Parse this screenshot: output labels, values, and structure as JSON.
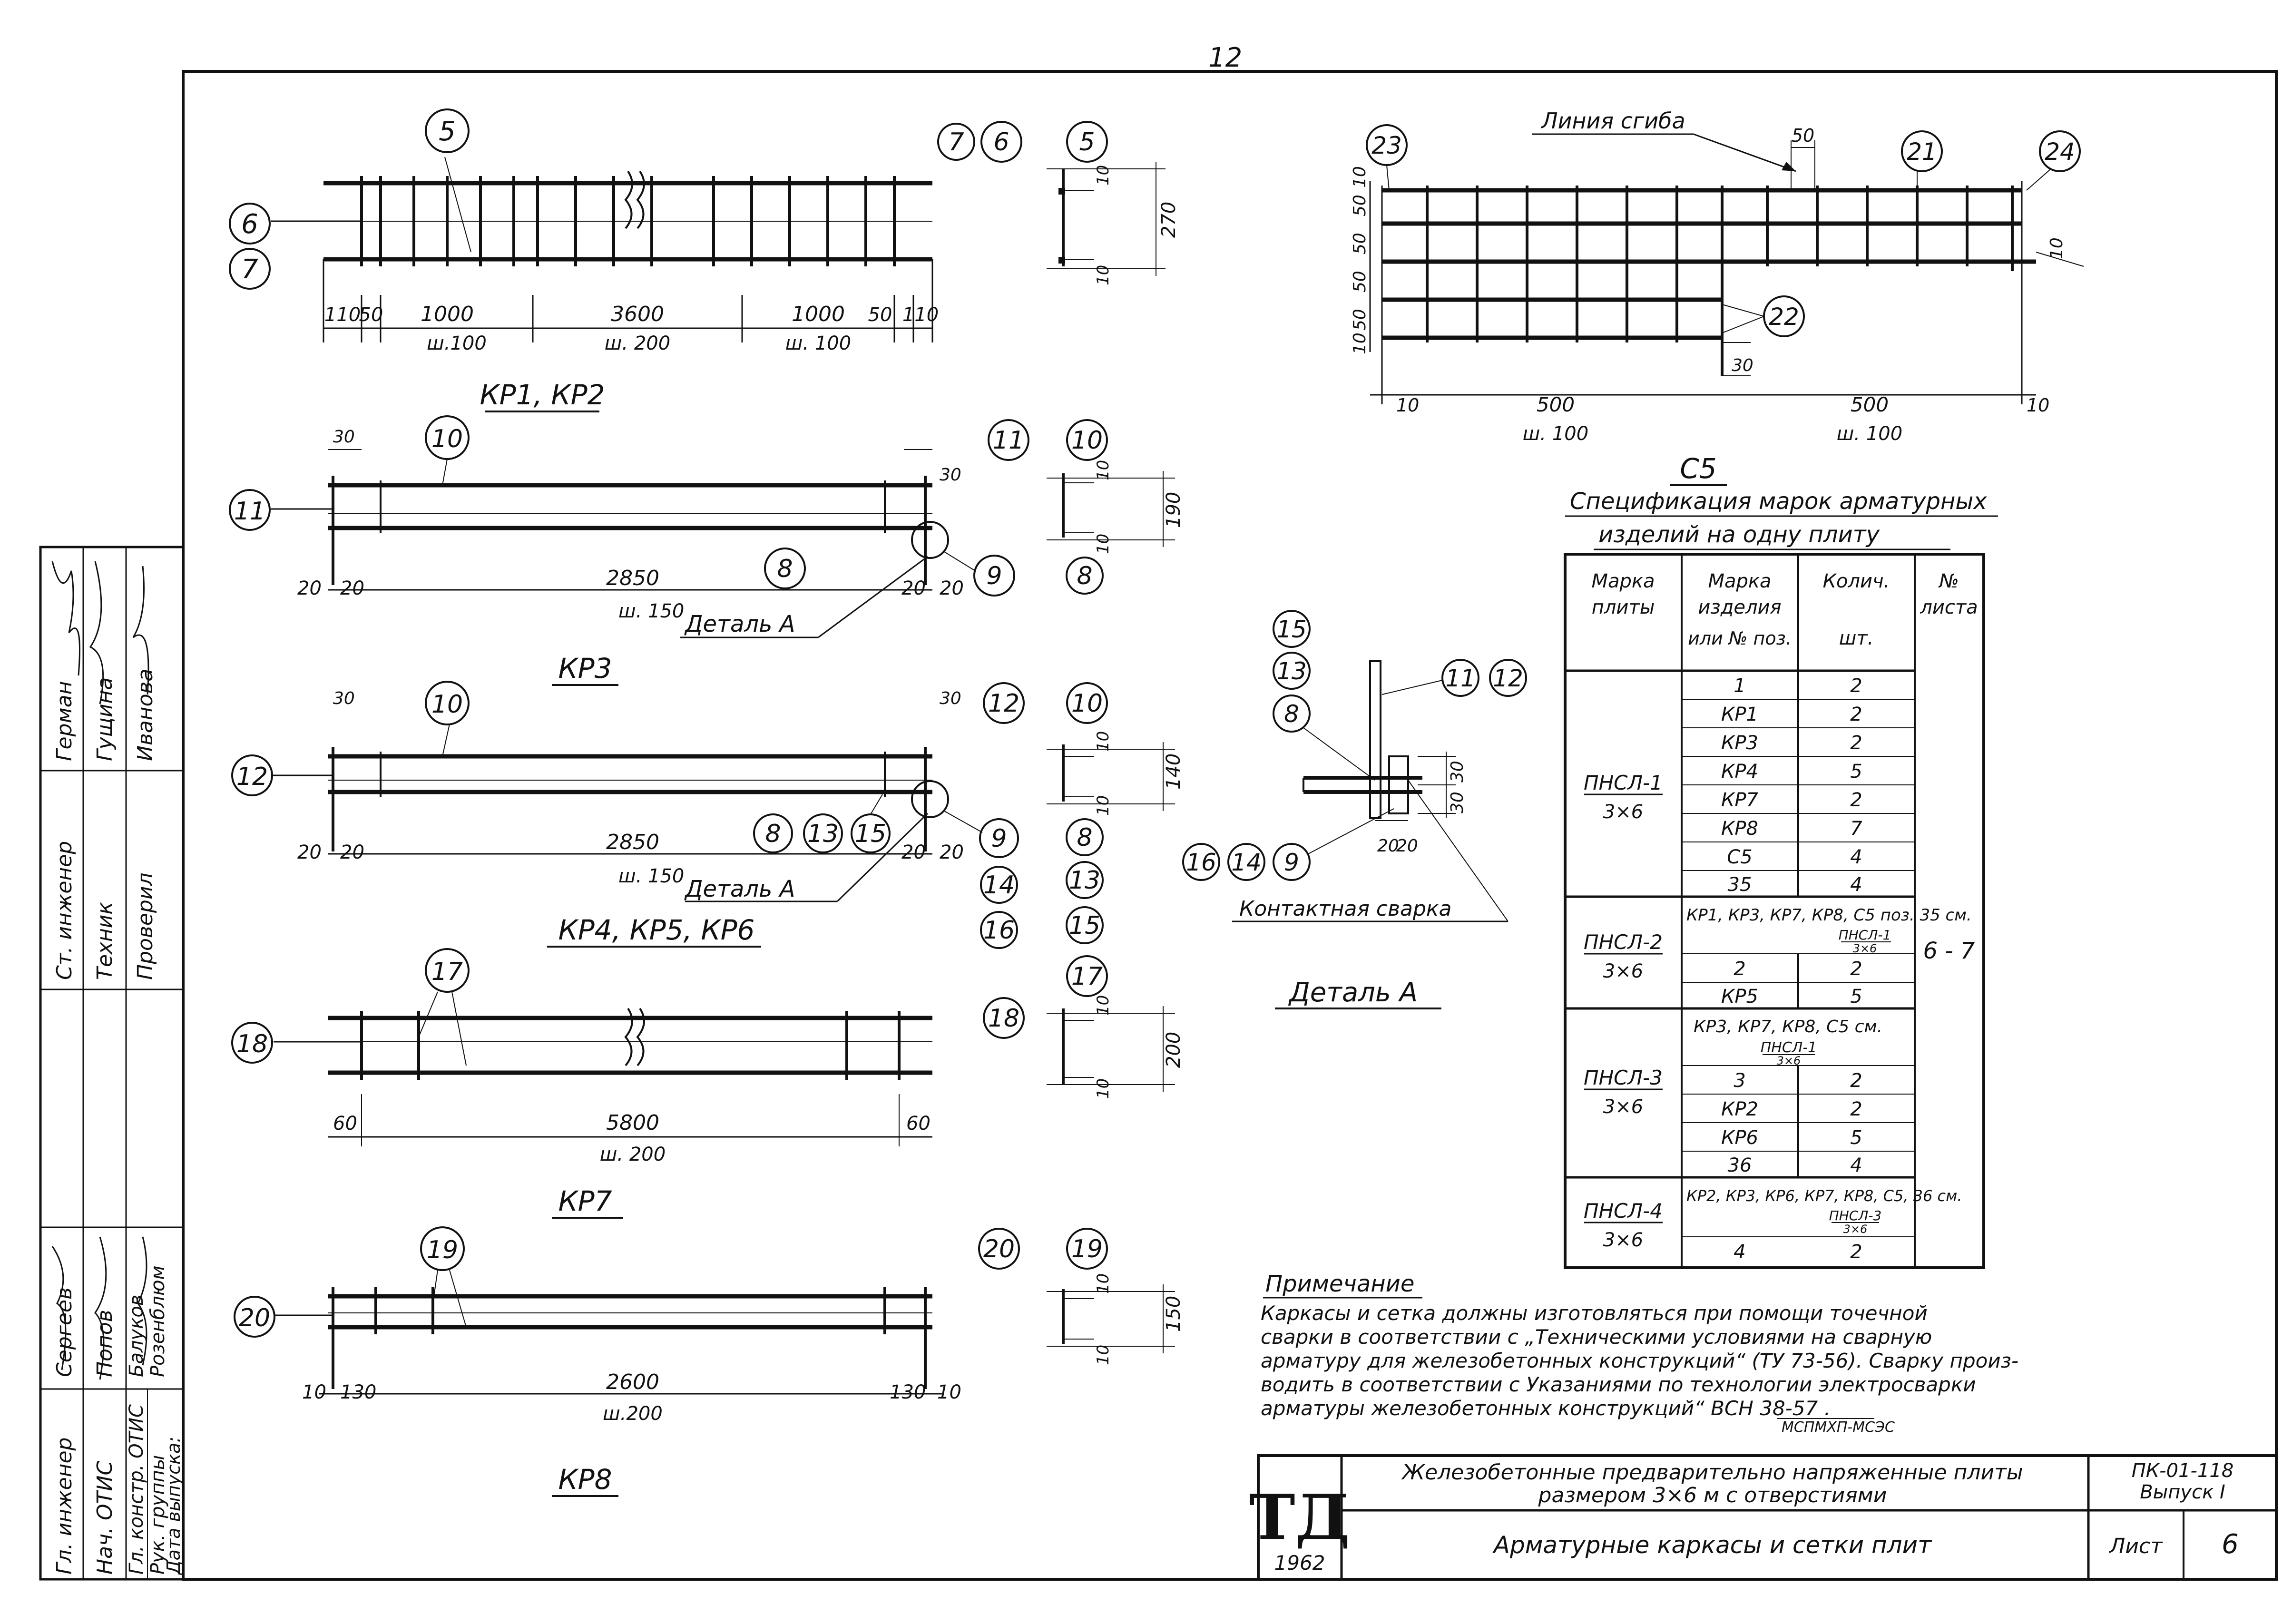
{
  "page_number": "12",
  "kp12": {
    "title": "КР1, КР2",
    "callouts": {
      "top": "5",
      "left_a": "6",
      "left_b": "7"
    },
    "dims": [
      "110",
      "50",
      "1000",
      "3600",
      "1000",
      "50",
      "110"
    ],
    "steps": [
      "ш.100",
      "ш. 200",
      "ш. 100"
    ],
    "section": {
      "c1": "7",
      "c2": "6",
      "c3": "5",
      "d1": "10",
      "d2": "270",
      "d3": "10"
    }
  },
  "kp3": {
    "title": "КР3",
    "callouts": {
      "top": "10",
      "left": "11",
      "bottom": "8",
      "detail": "9"
    },
    "dims": {
      "end": "30",
      "left1": "20",
      "left2": "20",
      "main": "2850",
      "right1": "20",
      "right2": "20"
    },
    "step": "ш. 150",
    "detail_label": "Деталь А",
    "section": {
      "c1": "11",
      "c2": "10",
      "c3": "8",
      "d1": "10",
      "d2": "190",
      "d3": "10"
    }
  },
  "kp456": {
    "title": "КР4, КР5, КР6",
    "callouts": {
      "top": "10",
      "left": "12",
      "b1": "8",
      "b2": "13",
      "b3": "15",
      "detail": "9"
    },
    "dims": {
      "end": "30",
      "left1": "20",
      "left2": "20",
      "main": "2850",
      "right1": "20",
      "right2": "20"
    },
    "step": "ш. 150",
    "detail_label": "Деталь А",
    "section": {
      "c1": "12",
      "c2": "10",
      "c3": "8",
      "c4": "13",
      "c5": "15",
      "d1": "10",
      "d2": "140",
      "d3": "10"
    },
    "side": [
      "9",
      "14",
      "16"
    ]
  },
  "kp7": {
    "title": "КР7",
    "callouts": {
      "top": "17",
      "left": "18"
    },
    "dims": {
      "left": "60",
      "main": "5800",
      "right": "60"
    },
    "step": "ш. 200",
    "section": {
      "c1": "18",
      "c2": "17",
      "d1": "10",
      "d2": "200",
      "d3": "10"
    }
  },
  "kp8": {
    "title": "КР8",
    "callouts": {
      "top": "19",
      "left": "20"
    },
    "dims": [
      "10",
      "130",
      "2600",
      "130",
      "10"
    ],
    "step": "ш.200",
    "section": {
      "c1": "20",
      "c2": "19",
      "d1": "10",
      "d2": "150",
      "d3": "10"
    }
  },
  "c5": {
    "title": "С5",
    "bend_line": "Линия сгиба",
    "callouts": {
      "a": "23",
      "b": "21",
      "c": "24",
      "d": "22"
    },
    "bend_dim": "50",
    "left_dims": [
      "10",
      "50",
      "50",
      "50",
      "50",
      "10"
    ],
    "right_dim": "10",
    "bottom_dims": [
      "10",
      "500",
      "500",
      "10"
    ],
    "gap_dim": "30",
    "steps": [
      "ш. 100",
      "ш. 100"
    ]
  },
  "detail_a": {
    "title": "Деталь А",
    "weld": "Контактная сварка",
    "callouts_left": [
      "15",
      "13",
      "8"
    ],
    "callouts_bottom": [
      "16",
      "14",
      "9"
    ],
    "callouts_right": [
      "11",
      "12"
    ],
    "dims": {
      "v1": "30",
      "v2": "30",
      "h1": "20",
      "h2": "20"
    }
  },
  "spec": {
    "title_line1": "Спецификация  марок  арматурных",
    "title_line2": "изделий  на  одну  плиту",
    "headers": {
      "marka_plity": [
        "Марка",
        "плиты"
      ],
      "marka_izd": [
        "Марка",
        "изделия",
        "или № поз."
      ],
      "kol": [
        "Колич.",
        "шт."
      ],
      "list": [
        "№",
        "листа"
      ]
    },
    "list_value": "6 - 7",
    "groups": [
      {
        "plate": "ПНСЛ-1",
        "sub": "3×6",
        "rows": [
          [
            "1",
            "2"
          ],
          [
            "КР1",
            "2"
          ],
          [
            "КР3",
            "2"
          ],
          [
            "КР4",
            "5"
          ],
          [
            "КР7",
            "2"
          ],
          [
            "КР8",
            "7"
          ],
          [
            "С5",
            "4"
          ],
          [
            "35",
            "4"
          ]
        ]
      },
      {
        "plate": "ПНСЛ-2",
        "sub": "3×6",
        "note": "КР1, КР3, КР7, КР8, С5 поз. 35 см.",
        "ref": "ПНСЛ-1",
        "ref_sub": "3×6",
        "rows": [
          [
            "2",
            "2"
          ],
          [
            "КР5",
            "5"
          ]
        ]
      },
      {
        "plate": "ПНСЛ-3",
        "sub": "3×6",
        "note": "КР3, КР7, КР8, С5 см.",
        "ref": "ПНСЛ-1",
        "ref_sub": "3×6",
        "rows": [
          [
            "3",
            "2"
          ],
          [
            "КР2",
            "2"
          ],
          [
            "КР6",
            "5"
          ],
          [
            "36",
            "4"
          ]
        ]
      },
      {
        "plate": "ПНСЛ-4",
        "sub": "3×6",
        "note": "КР2, КР3, КР6, КР7, КР8, С5, 36 см.",
        "ref": "ПНСЛ-3",
        "ref_sub": "3×6",
        "rows": [
          [
            "4",
            "2"
          ]
        ]
      }
    ]
  },
  "note": {
    "heading": "Примечание",
    "lines": [
      "Каркасы и сетка должны изготовляться при помощи точечной",
      "сварки в соответствии с „Техническими условиями на сварную",
      "арматуру для железобетонных конструкций“ (ТУ 73-56). Сварку произ-",
      "водить в соответствии с Указаниями по технологии электросварки",
      "арматуры железобетонных конструкций“ ВСН 38-57 ."
    ],
    "fraction_bottom": "МСПМХП-МСЭС"
  },
  "stamp": {
    "logo": "ТД",
    "year": "1962",
    "title_line1": "Железобетонные предварительно напряженные плиты",
    "title_line2": "размером 3×6 м с отверстиями",
    "sheet_title": "Арматурные каркасы и сетки плит",
    "code": "ПК-01-118",
    "issue": "Выпуск I",
    "sheet_label": "Лист",
    "sheet_no": "6"
  },
  "sidebar": {
    "roles": [
      "Гл. инженер",
      "Нач. ОТИС",
      "Гл. констр. ОТИС",
      "Рук. группы",
      "Дата выпуска:"
    ],
    "names": [
      "Сергеев",
      "Попов",
      "Балуков",
      "Розенблюм"
    ],
    "roles2": [
      "Ст. инженер",
      "Техник",
      "Проверил"
    ],
    "names2": [
      "Герман",
      "Гущина",
      "Иванова"
    ]
  }
}
